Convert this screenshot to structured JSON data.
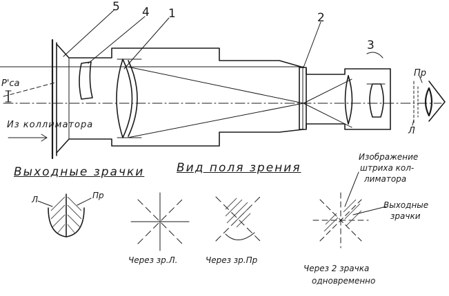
{
  "labels": {
    "part_1": "1",
    "part_2": "2",
    "part_3": "3",
    "part_4": "4",
    "part_5": "5",
    "p_ca": "P'ca",
    "from_collimator": "Из коллиматора",
    "pr_top": "Пр",
    "l_top": "Л"
  },
  "captions": {
    "exit_pupils": "Выходные зрачки",
    "field_view": "Вид поля зрения",
    "image_collimator": [
      "Изображение",
      "штриха кол-",
      "лиматора"
    ],
    "exit_pupils_right": [
      "Выходные",
      "зрачки"
    ],
    "through_left": "Через зр.Л.",
    "through_right": "Через зр.Пр",
    "both_pupils": [
      "Через 2 зрачка",
      "одновременно"
    ],
    "pupil_l": "Л",
    "pupil_pr": "Пр"
  }
}
